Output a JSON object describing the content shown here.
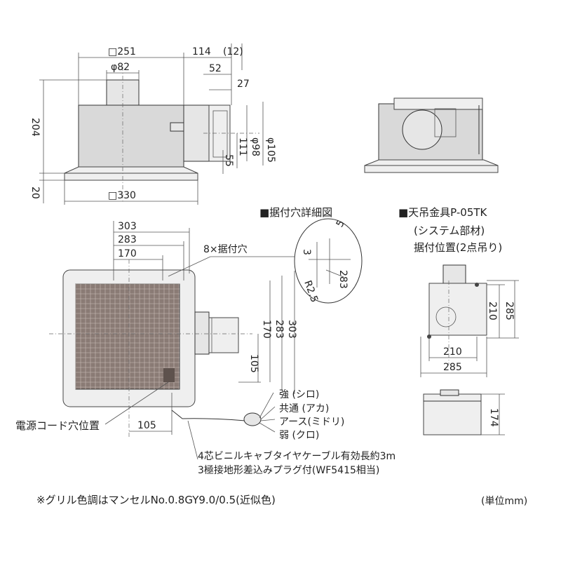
{
  "dims_top": {
    "w251": "□251",
    "d114": "114",
    "d12": "(12)",
    "phi82": "φ82",
    "d52": "52",
    "d27": "27",
    "phi98": "φ98",
    "phi105": "φ105",
    "d204": "204",
    "d20": "20",
    "d111": "111",
    "d55": "55",
    "w330": "□330"
  },
  "dims_plan": {
    "d303": "303",
    "d283": "283",
    "d170": "170",
    "holes": "8×据付穴",
    "v170": "170",
    "v283": "283",
    "v303": "303",
    "v105": "105",
    "h105": "105"
  },
  "detail": {
    "title": "■据付穴詳細図",
    "d3": "3",
    "d5": "5",
    "r2": "R2.5",
    "d283": "283"
  },
  "hanger": {
    "title": "■天吊金具P-05TK",
    "subtitle": "(システム部材)",
    "subtitle2": "据付位置(2点吊り)",
    "v210": "210",
    "v285": "285",
    "h210": "210",
    "h285": "285",
    "v174": "174"
  },
  "wires": {
    "w1": "強 (シロ)",
    "w2": "共通 (アカ)",
    "w3": "アース(ミドリ)",
    "w4": "弱 (クロ)"
  },
  "cord_label": "電源コード穴位置",
  "cable_note1": "4芯ビニルキャブタイヤケーブル有効長約3m",
  "cable_note2": "3極接地形差込みプラグ付(WF5415相当)",
  "footnote": "※グリル色調はマンセルNo.0.8GY9.0/0.5(近似色)",
  "unit": "(単位mm)"
}
